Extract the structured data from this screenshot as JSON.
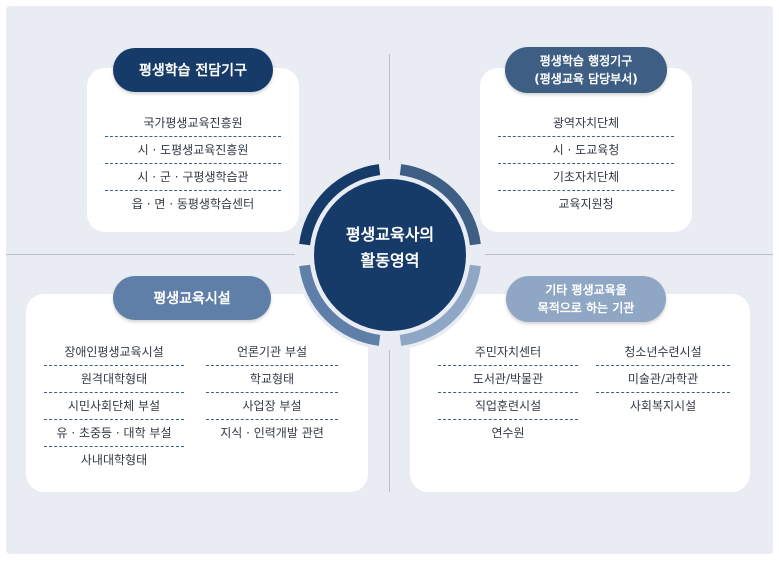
{
  "colors": {
    "navy": "#173b69",
    "slate": "#3f5e84",
    "steel": "#5f7fa8",
    "light_steel": "#8fa7c4",
    "background": "#e9ecf3"
  },
  "center": {
    "line1": "평생교육사의",
    "line2": "활동영역"
  },
  "top_left": {
    "title": "평생학습 전담기구",
    "items": [
      "국가평생교육진흥원",
      "시 · 도평생교육진흥원",
      "시 · 군 · 구평생학습관",
      "읍 · 면 · 동평생학습센터"
    ]
  },
  "top_right": {
    "title_line1": "평생학습 행정기구",
    "title_line2": "(평생교육 담당부서)",
    "items": [
      "광역자치단체",
      "시 · 도교육청",
      "기초자치단체",
      "교육지원청"
    ]
  },
  "bottom_left": {
    "title": "평생교육시설",
    "col1": [
      "장애인평생교육시설",
      "원격대학형태",
      "시민사회단체 부설",
      "유 · 초중등 · 대학 부설",
      "사내대학형태"
    ],
    "col2": [
      "언론기관 부설",
      "학교형태",
      "사업장 부설",
      "지식 · 인력개발 관련"
    ]
  },
  "bottom_right": {
    "title_line1": "기타 평생교육을",
    "title_line2": "목적으로 하는 기관",
    "col1": [
      "주민자치센터",
      "도서관/박물관",
      "직업훈련시설",
      "연수원"
    ],
    "col2": [
      "청소년수련시설",
      "미술관/과학관",
      "사회복지시설"
    ]
  }
}
